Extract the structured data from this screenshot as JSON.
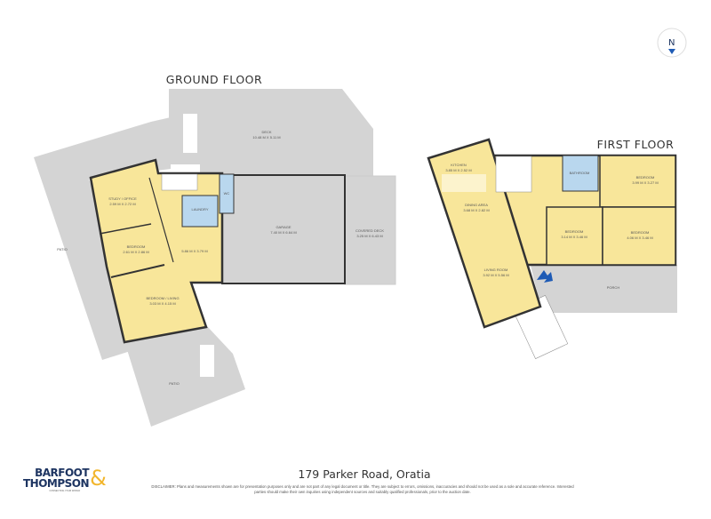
{
  "compass": {
    "label": "N"
  },
  "ground_floor": {
    "title": "GROUND FLOOR",
    "rooms": [
      {
        "name": "DECK",
        "size": "10.48 M X 5.11 M"
      },
      {
        "name": "PATIO",
        "size": ""
      },
      {
        "name": "STUDY / OFFICE",
        "size": "2.59 M X 2.72 M"
      },
      {
        "name": "BEDROOM",
        "size": "2.61 M X 2.86 M"
      },
      {
        "name": "BEDROOM / LIVING",
        "size": "3.03 M X 4.15 M"
      },
      {
        "name": "LAUNDRY",
        "size": ""
      },
      {
        "name": "WC",
        "size": ""
      },
      {
        "name": "",
        "size": "5.86 M X 3.79 M"
      },
      {
        "name": "GARAGE",
        "size": "7.40 M X 6.64 M"
      },
      {
        "name": "COVERED DECK",
        "size": "3.25 M X 6.43 M"
      },
      {
        "name": "PATIO",
        "size": ""
      }
    ]
  },
  "first_floor": {
    "title": "FIRST FLOOR",
    "rooms": [
      {
        "name": "KITCHEN",
        "size": "3.85 M X 2.52 M"
      },
      {
        "name": "DINING AREA",
        "size": "3.68 M X 2.82 M"
      },
      {
        "name": "LIVING ROOM",
        "size": "3.92 M X 5.56 M"
      },
      {
        "name": "BATHROOM",
        "size": ""
      },
      {
        "name": "BEDROOM",
        "size": "3.99 M X 3.27 M"
      },
      {
        "name": "BEDROOM",
        "size": "3.14 M X 3.46 M"
      },
      {
        "name": "BEDROOM",
        "size": "4.06 M X 3.46 M"
      },
      {
        "name": "PORCH",
        "size": ""
      }
    ]
  },
  "footer": {
    "brand_line1": "BARFOOT",
    "brand_line2": "THOMPSON",
    "brand_amp": "&",
    "brand_tagline": "CONNECTING YOUR WORLD",
    "address": "179 Parker Road, Oratia",
    "disclaimer": "DISCLAIMER: Plans and measurements shown are for presentation purposes only and are not part of any legal document or title. They are subject to errors, omissions, inaccuracies and should not be used as a sole and accurate reference. Interested parties should make their own inquiries using independent sources and suitably qualified professionals, prior to the auction date."
  },
  "colors": {
    "room": "#f8e69a",
    "wet": "#b9d7ee",
    "outdoor": "#d4d4d4",
    "wall": "#333333",
    "entry_arrow": "#1f5bb5",
    "brand_navy": "#1d3461",
    "brand_gold": "#f2b62d"
  }
}
